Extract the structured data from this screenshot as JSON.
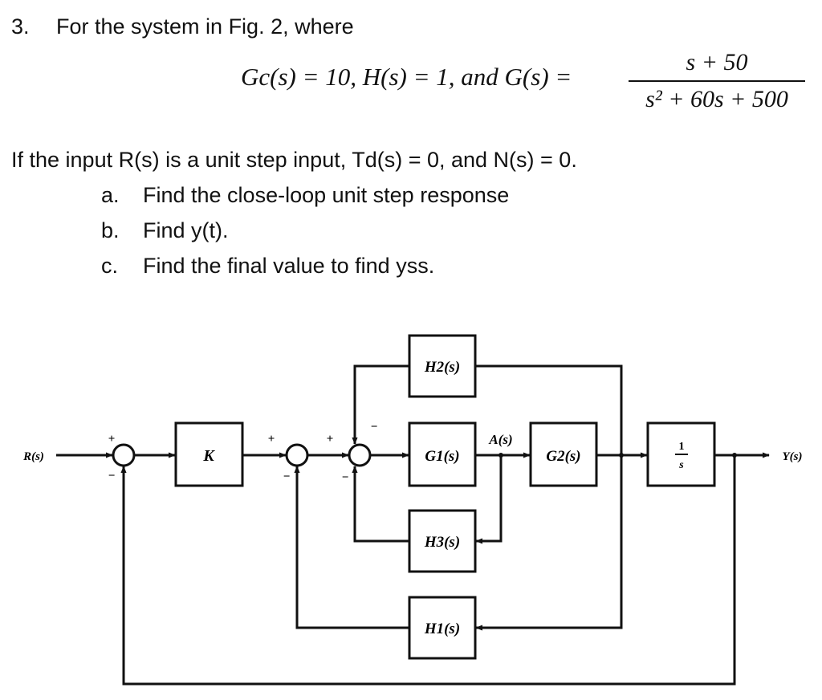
{
  "problem": {
    "number": "3.",
    "intro": "For the system in Fig. 2, where"
  },
  "equation": {
    "gc": "Gc(s) = 10, H(s) = 1, and G(s) =",
    "numerator": "s + 50",
    "denominator": "s² + 60s + 500"
  },
  "conditions": "If the input R(s) is a unit step input, Td(s) = 0, and N(s) = 0.",
  "parts": [
    {
      "label": "a.",
      "text": "Find the close-loop unit step response"
    },
    {
      "label": "b.",
      "text": "Find y(t)."
    },
    {
      "label": "c.",
      "text": "Find the final value to find yss."
    }
  ],
  "diagram": {
    "input": "R(s)",
    "output": "Y(s)",
    "blocks": {
      "k": "K",
      "g1": "G1(s)",
      "g2": "G2(s)",
      "h1": "H1(s)",
      "h2": "H2(s)",
      "h3": "H3(s)",
      "integrator_num": "1",
      "integrator_den": "s"
    },
    "signal_a": "A(s)",
    "signs": {
      "plus": "+",
      "minus": "−"
    }
  }
}
